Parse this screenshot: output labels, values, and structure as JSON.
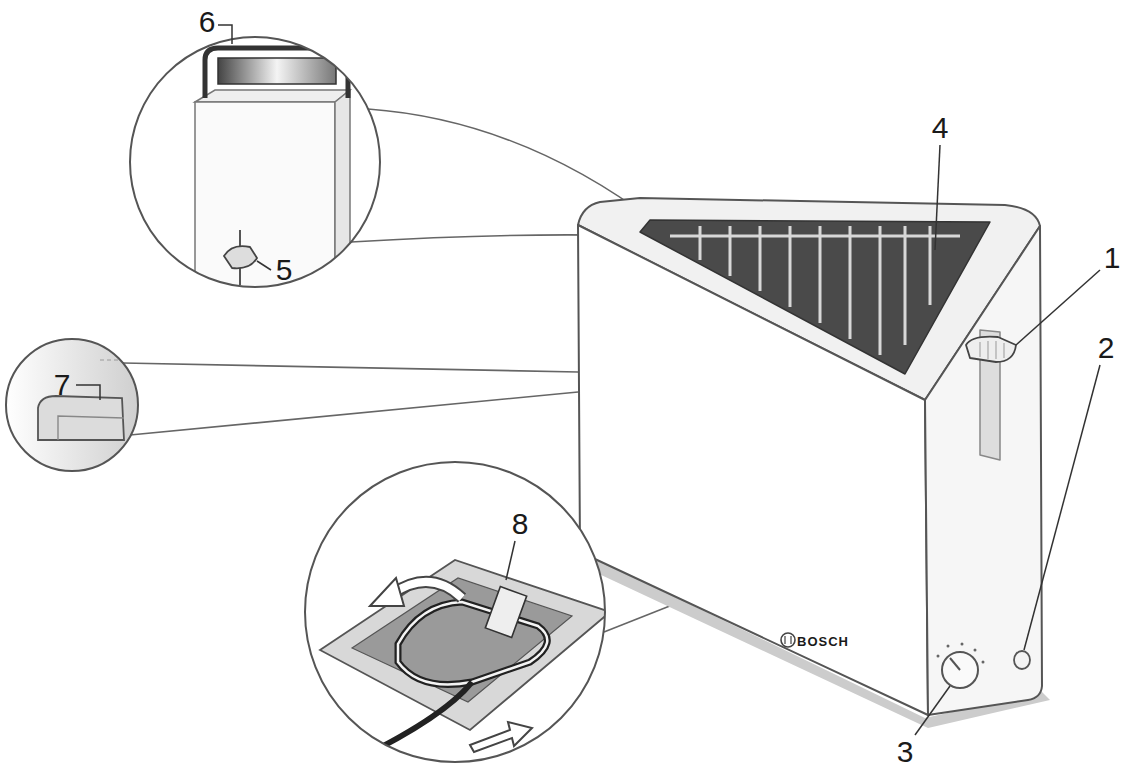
{
  "diagram": {
    "labels": [
      "6",
      "4",
      "1",
      "5",
      "2",
      "7",
      "8",
      "BOSCH",
      "3"
    ]
  }
}
